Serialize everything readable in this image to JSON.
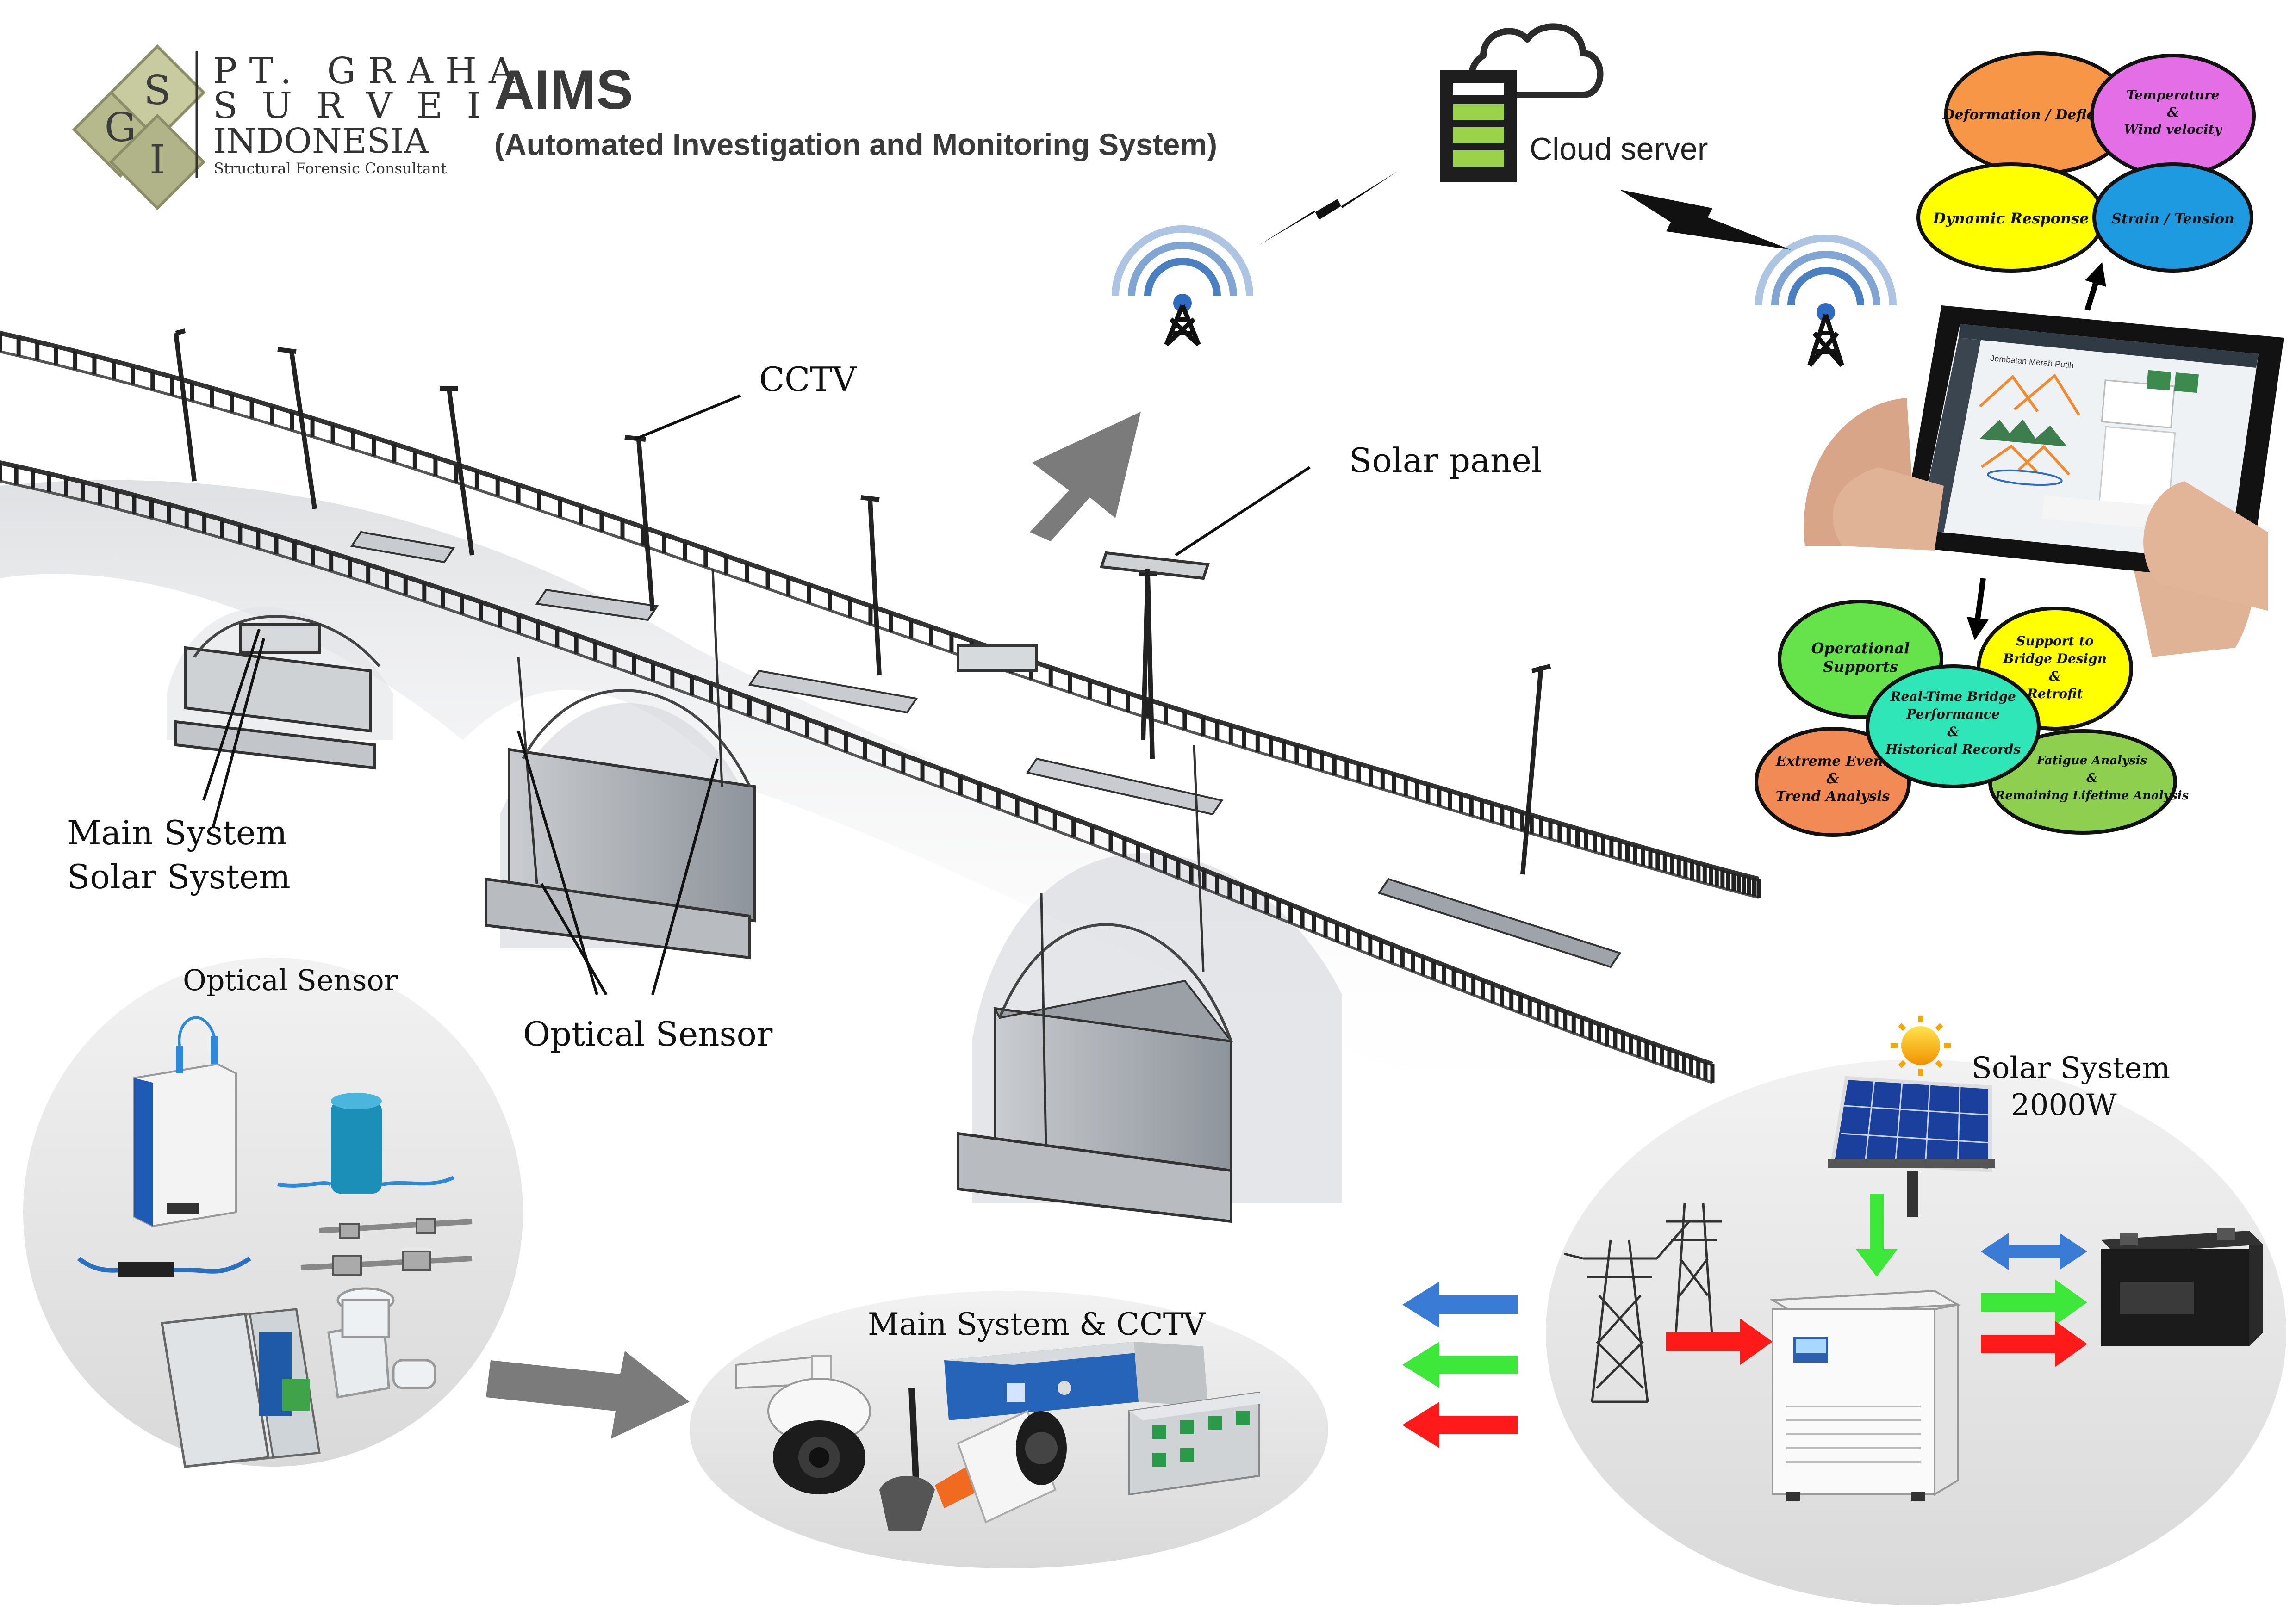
{
  "company": {
    "logo_letters": [
      "G",
      "S",
      "I"
    ],
    "name_line1": "PT.  GRAHA",
    "name_line2": "SURVEI",
    "name_line3": "INDONESIA",
    "tagline": "Structural Forensic Consultant"
  },
  "header": {
    "title": "AIMS",
    "subtitle": "(Automated Investigation and Monitoring System)"
  },
  "labels": {
    "cloud_server": "Cloud server",
    "cctv": "CCTV",
    "solar_panel": "Solar panel",
    "main_system_line1": "Main System",
    "main_system_line2": "Solar System",
    "optical_sensor_bridge": "Optical Sensor",
    "optical_sensor_group": "Optical Sensor",
    "main_system_cctv": "Main System & CCTV",
    "solar_system_line1": "Solar System",
    "solar_system_line2": "2000W"
  },
  "monitoring_outputs": [
    {
      "lines": [
        "Deformation / Deflection"
      ],
      "color": "#f79646"
    },
    {
      "lines": [
        "Temperature",
        "&",
        "Wind velocity"
      ],
      "color": "#e36ee6"
    },
    {
      "lines": [
        "Dynamic Response"
      ],
      "color": "#ffff00"
    },
    {
      "lines": [
        "Strain / Tension"
      ],
      "color": "#1e9be0"
    }
  ],
  "decision_outputs": [
    {
      "lines": [
        "Operational",
        "Supports"
      ],
      "color": "#66e34a"
    },
    {
      "lines": [
        "Support to",
        "Bridge Design",
        "&",
        "Retrofit"
      ],
      "color": "#ffff00"
    },
    {
      "lines": [
        "Real-Time Bridge",
        "Performance",
        "&",
        "Historical Records"
      ],
      "color": "#2ee6b8"
    },
    {
      "lines": [
        "Extreme Event",
        "&",
        "Trend Analysis"
      ],
      "color": "#f28a55"
    },
    {
      "lines": [
        "Fatigue Analysis",
        "&",
        "Remaining Lifetime Analysis"
      ],
      "color": "#8fcf50"
    }
  ],
  "tablet": {
    "screen_title": "Jembatan Merah Putih"
  },
  "power_arrow_colors": {
    "blue": "#3a7bd5",
    "green": "#3ee83a",
    "red": "#ff1a1a"
  }
}
